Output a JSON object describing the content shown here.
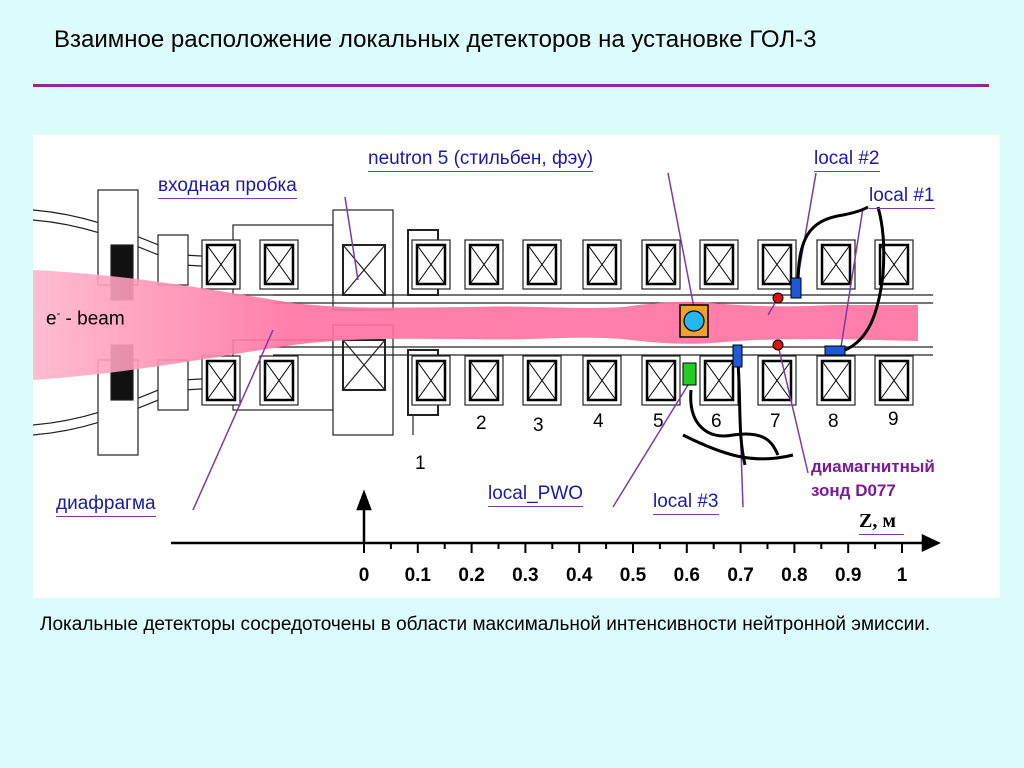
{
  "title": "Взаимное расположение локальных детекторов на установке ГОЛ-3",
  "beam_label": {
    "main": "e",
    "sup": "-",
    "suffix": " - beam"
  },
  "labels": {
    "input_plug": "входная пробка",
    "neutron5": "neutron 5 (стильбен, фэу)",
    "local2": "local #2",
    "local1": "local #1",
    "diaphragm": "диафрагма",
    "local_pwo": "local_PWO",
    "local3": "local #3",
    "diamag_line1": "диамагнитный",
    "diamag_line2": "зонд D077"
  },
  "coil_numbers": [
    "1",
    "2",
    "3",
    "4",
    "5",
    "6",
    "7",
    "8",
    "9"
  ],
  "axis": {
    "label": "Z, м",
    "ticks": [
      "0",
      "0.1",
      "0.2",
      "0.3",
      "0.4",
      "0.5",
      "0.6",
      "0.7",
      "0.8",
      "0.9",
      "1"
    ]
  },
  "caption": "Локальные детекторы сосредоточены в области максимальной интенсивности нейтронной эмиссии.",
  "colors": {
    "beam": "#ff6fa0",
    "detector_blue": "#1e5ad8",
    "detector_green": "#22cc22",
    "neutron_box": "#f0a030",
    "probe_red": "#dd1111",
    "label_line": "#7a3aa8"
  }
}
